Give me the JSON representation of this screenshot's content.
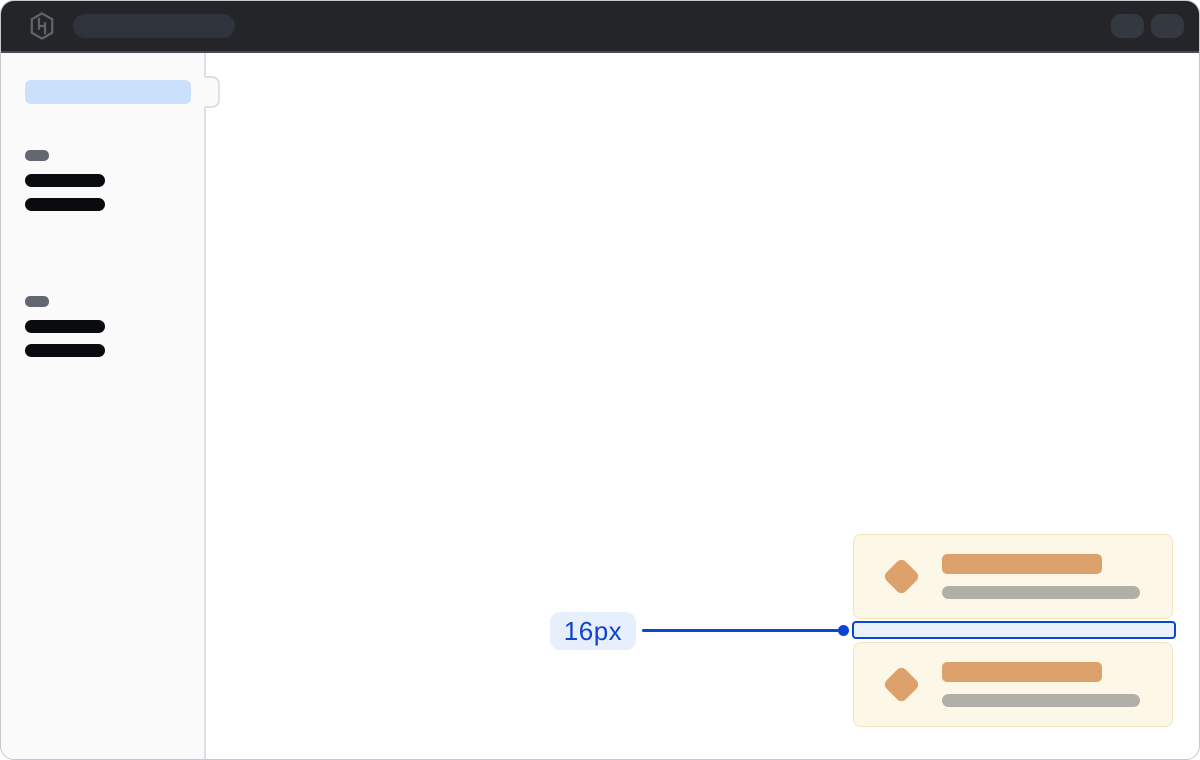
{
  "annotation": {
    "label": "16px"
  },
  "navbar": {
    "logo_icon": "hashicorp-logo",
    "search_placeholder_pill": true,
    "action_placeholders": 2
  },
  "sidebar": {
    "selected_item_placeholder": true,
    "groups": [
      {
        "label_pill": true,
        "item_bars": 2
      },
      {
        "label_pill": true,
        "item_bars": 2
      }
    ]
  },
  "main": {
    "toasts": [
      {
        "icon": "diamond-icon",
        "title_bar": true,
        "subtitle_bar": true
      },
      {
        "icon": "diamond-icon",
        "title_bar": true,
        "subtitle_bar": true
      }
    ]
  },
  "colors": {
    "navbar_bg": "#232529",
    "accent_blue": "#0c45d1",
    "annotation_pill_bg": "#e8effc",
    "gap_fill": "#e9f1fc",
    "selected_item_blue": "#cbe0fa",
    "toast_bg": "#fdf7e8",
    "toast_border": "#f5e3bc",
    "toast_orange": "#dda26b",
    "toast_gray_bar": "#b1afa7",
    "sidebar_bg": "#fafafa"
  }
}
